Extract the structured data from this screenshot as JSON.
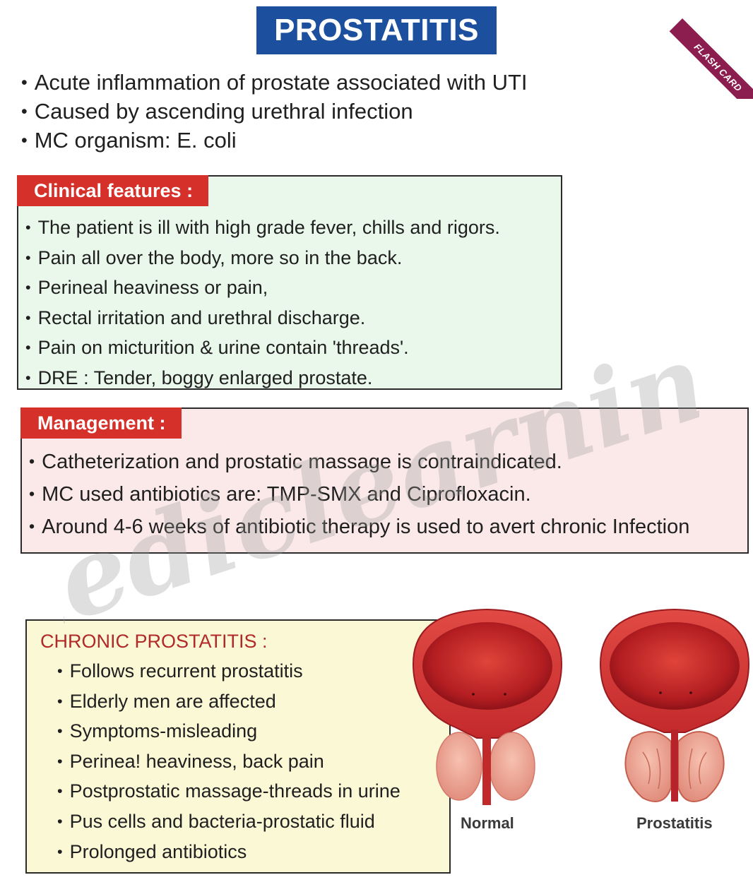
{
  "header": {
    "title": "PROSTATITIS",
    "ribbon": "FLASH CARD"
  },
  "intro": [
    "Acute inflammation of prostate associated with UTI",
    "Caused by ascending urethral infection",
    "MC organism: E. coli"
  ],
  "clinical": {
    "label": "Clinical features :",
    "items": [
      "The patient is ill with high grade fever, chills and rigors.",
      "Pain all over the body, more so in the back.",
      "Perineal heaviness or pain,",
      "Rectal irritation and urethral discharge.",
      "Pain on micturition & urine contain 'threads'.",
      "DRE : Tender, boggy enlarged prostate."
    ]
  },
  "management": {
    "label": "Management :",
    "items": [
      "Catheterization and prostatic massage is contraindicated.",
      "MC used antibiotics are: TMP-SMX and Ciprofloxacin.",
      "Around 4-6 weeks of antibiotic therapy is used to avert chronic Infection"
    ]
  },
  "chronic": {
    "heading": "CHRONIC PROSTATITIS :",
    "items": [
      "Follows recurrent prostatitis",
      "Elderly men are affected",
      "Symptoms-misleading",
      "Perinea! heaviness, back pain",
      "Postprostatic massage-threads in urine",
      "Pus cells and bacteria-prostatic fluid",
      "Prolonged antibiotics"
    ]
  },
  "watermark": "mediclearning",
  "illustrations": {
    "normal_caption": "Normal",
    "prostatitis_caption": "Prostatitis"
  },
  "colors": {
    "title_bg": "#1c4f9d",
    "tag_bg": "#d6302a",
    "ribbon_bg": "#8c1d4f",
    "clinical_bg": "#eaf8ec",
    "management_bg": "#fbe9ea",
    "chronic_bg": "#fbf8d6"
  }
}
